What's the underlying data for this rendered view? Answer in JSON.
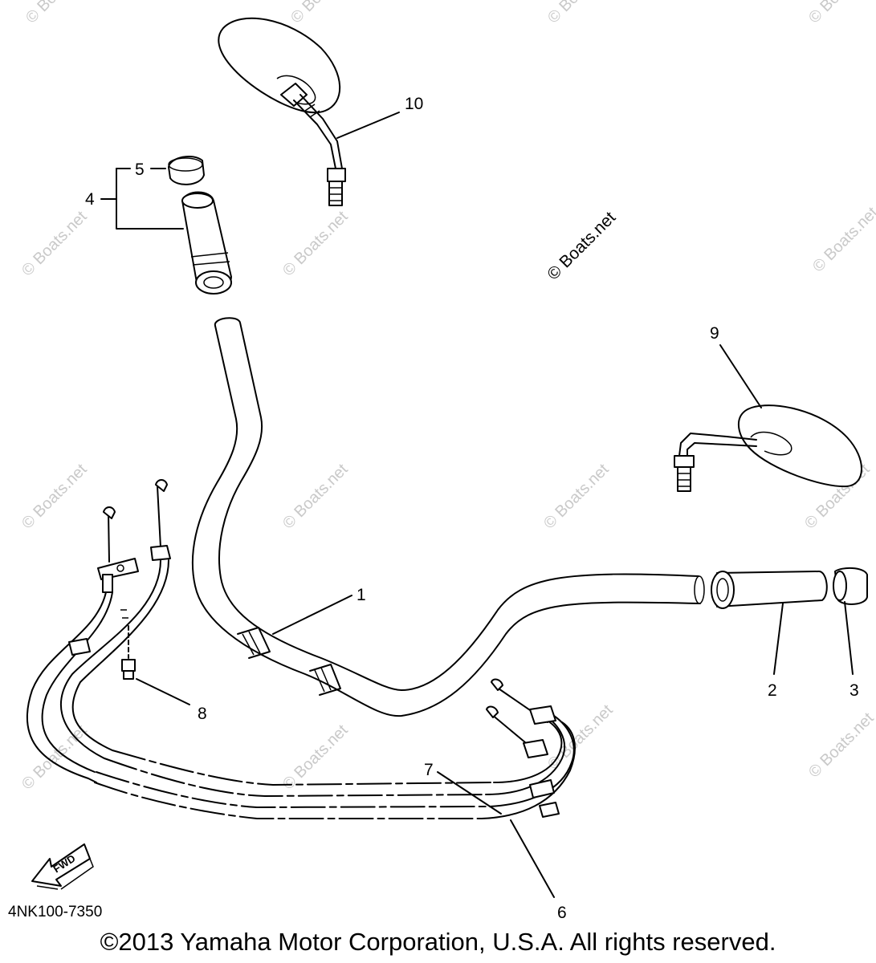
{
  "callouts": [
    {
      "id": "1",
      "label": "1"
    },
    {
      "id": "2",
      "label": "2"
    },
    {
      "id": "3",
      "label": "3"
    },
    {
      "id": "4",
      "label": "4"
    },
    {
      "id": "5",
      "label": "5"
    },
    {
      "id": "6",
      "label": "6"
    },
    {
      "id": "7",
      "label": "7"
    },
    {
      "id": "8",
      "label": "8"
    },
    {
      "id": "9",
      "label": "9"
    },
    {
      "id": "10",
      "label": "10"
    }
  ],
  "watermark_text": "© Boats.net",
  "fwd_label": "FWD",
  "part_code": "4NK100-7350",
  "copyright": "©2013 Yamaha Motor Corporation, U.S.A. All rights reserved."
}
